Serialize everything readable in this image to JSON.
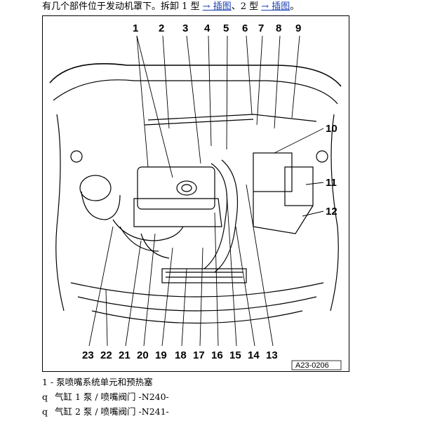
{
  "intro": {
    "text": "有几个部件位于发动机罩下。拆卸 1 型 ",
    "link1": "→ 插图",
    "mid": "、2 型 ",
    "link2": "→ 插图",
    "end": "。"
  },
  "figure": {
    "ref_code": "A23-0206",
    "top_labels": [
      "1",
      "2",
      "3",
      "4",
      "5",
      "6",
      "7",
      "8",
      "9"
    ],
    "right_labels": [
      "10",
      "11",
      "12"
    ],
    "bottom_labels": [
      "23",
      "22",
      "21",
      "20",
      "19",
      "18",
      "17",
      "16",
      "15",
      "14",
      "13"
    ]
  },
  "legend": {
    "item1": "1 -  泵喷嘴系统单元和预热塞",
    "bullet": "q",
    "item2": "气缸 1 泵 / 喷嘴阀门 -N240-",
    "item3": "气缸 2 泵 / 喷嘴阀门 -N241-"
  }
}
